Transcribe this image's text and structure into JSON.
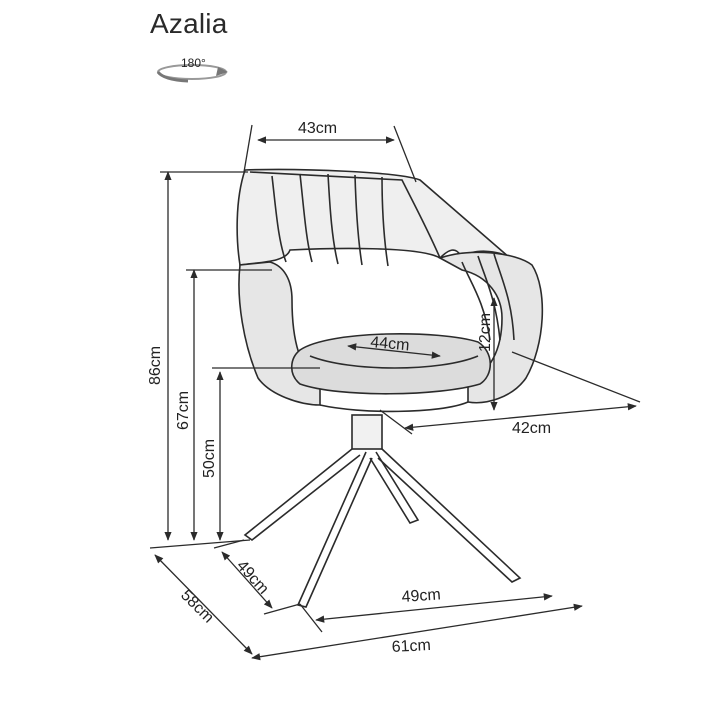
{
  "product": {
    "name": "Azalia",
    "rotation_label": "180°"
  },
  "dimensions": {
    "back_width": "43cm",
    "seat_depth": "44cm",
    "armrest_height": "12cm",
    "arm_width": "42cm",
    "total_height": "86cm",
    "arm_height": "67cm",
    "seat_height": "50cm",
    "base_depth": "49cm",
    "base_width": "49cm",
    "total_depth": "58cm",
    "total_width": "61cm"
  },
  "colors": {
    "line": "#2b2b2b",
    "shade": "#e6e6e6",
    "seat": "#dcdcdc"
  }
}
